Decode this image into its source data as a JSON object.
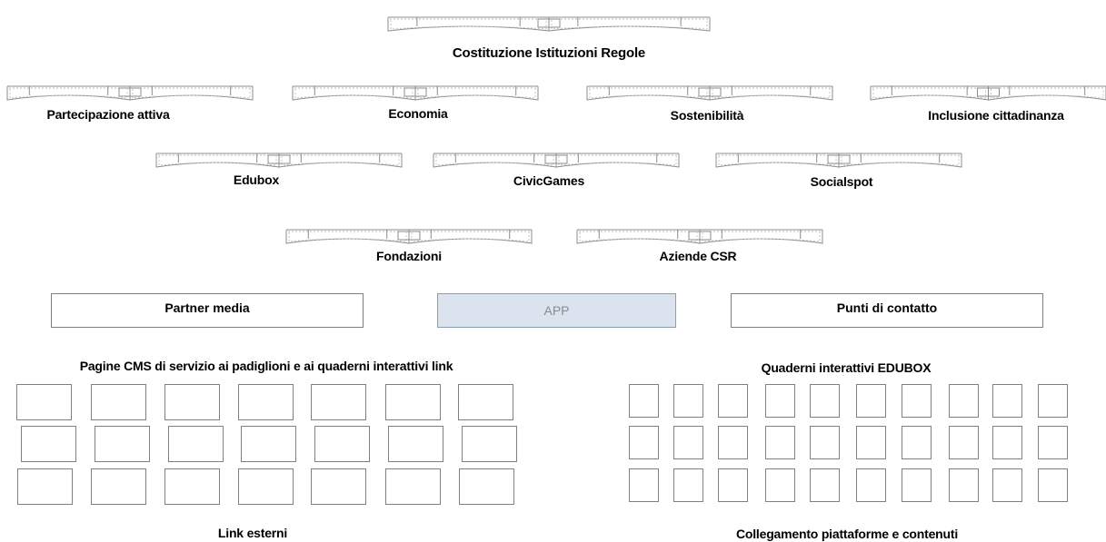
{
  "top": {
    "title": "Costituzione Istituzioni Regole"
  },
  "row1": [
    "Partecipazione attiva",
    "Economia",
    "Sostenibilità",
    "Inclusione cittadinanza"
  ],
  "row2": [
    "Edubox",
    "CivicGames",
    "Socialspot"
  ],
  "row3": [
    "Fondazioni",
    "Aziende CSR"
  ],
  "boxes": {
    "partner": "Partner media",
    "app": "APP",
    "contact": "Punti di contatto"
  },
  "left_section": {
    "title": "Pagine CMS  di servizio ai padiglioni e ai quaderni interattivi link",
    "footer": "Link esterni"
  },
  "right_section": {
    "title": "Quaderni interattivi EDUBOX",
    "footer": "Collegamento  piattaforme e contenuti"
  }
}
